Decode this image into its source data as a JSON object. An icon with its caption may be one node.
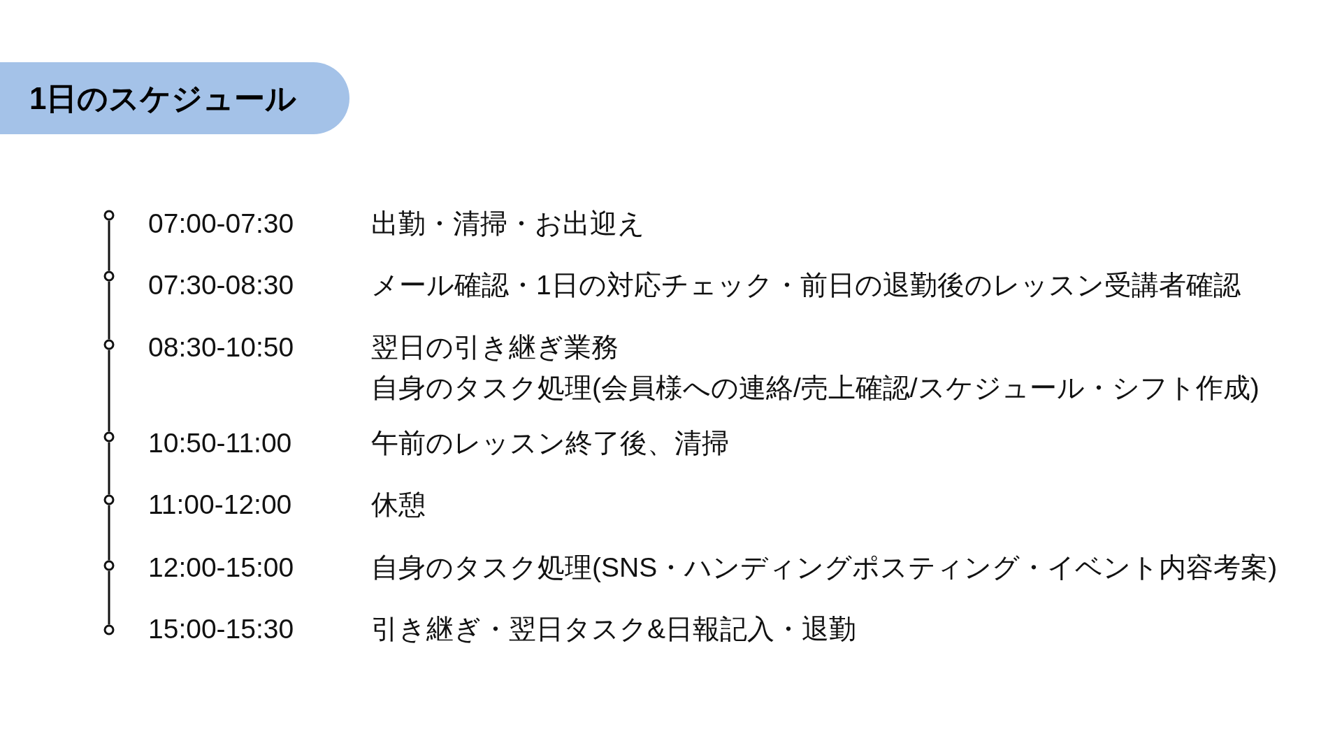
{
  "diagram": {
    "title": "1日のスケジュール",
    "nodes": [
      {
        "text": [],
        "shape": "circle",
        "beside": [
          "07:00-07:30",
          "出勤・清掃・お出迎え"
        ]
      },
      {
        "text": [],
        "shape": "circle",
        "beside": [
          "07:30-08:30",
          "メール確認・1日の対応チェック・前日の退勤後のレッスン受講者確認"
        ]
      },
      {
        "text": [],
        "shape": "circle",
        "beside": [
          "08:30-10:50",
          "翌日の引き継ぎ業務",
          "自身のタスク処理(会員様への連絡/売上確認/スケジュール・シフト作成)"
        ]
      },
      {
        "text": [],
        "shape": "circle",
        "beside": [
          "10:50-11:00",
          "午前のレッスン終了後、清掃"
        ]
      },
      {
        "text": [],
        "shape": "circle",
        "beside": [
          "11:00-12:00",
          "休憩"
        ]
      },
      {
        "text": [],
        "shape": "circle",
        "beside": [
          "12:00-15:00",
          "自身のタスク処理(SNS・ハンディングポスティング・イベント内容考案)"
        ]
      },
      {
        "text": [],
        "shape": "circle",
        "beside": [
          "15:00-15:30",
          "引き継ぎ・翌日タスク&日報記入・退勤"
        ]
      }
    ],
    "edges": [
      {
        "from": 0,
        "to": 1,
        "arrow": "none"
      },
      {
        "from": 1,
        "to": 2,
        "arrow": "none"
      },
      {
        "from": 2,
        "to": 3,
        "arrow": "none"
      },
      {
        "from": 3,
        "to": 4,
        "arrow": "none"
      },
      {
        "from": 4,
        "to": 5,
        "arrow": "none"
      },
      {
        "from": 5,
        "to": 6,
        "arrow": "none"
      }
    ]
  }
}
